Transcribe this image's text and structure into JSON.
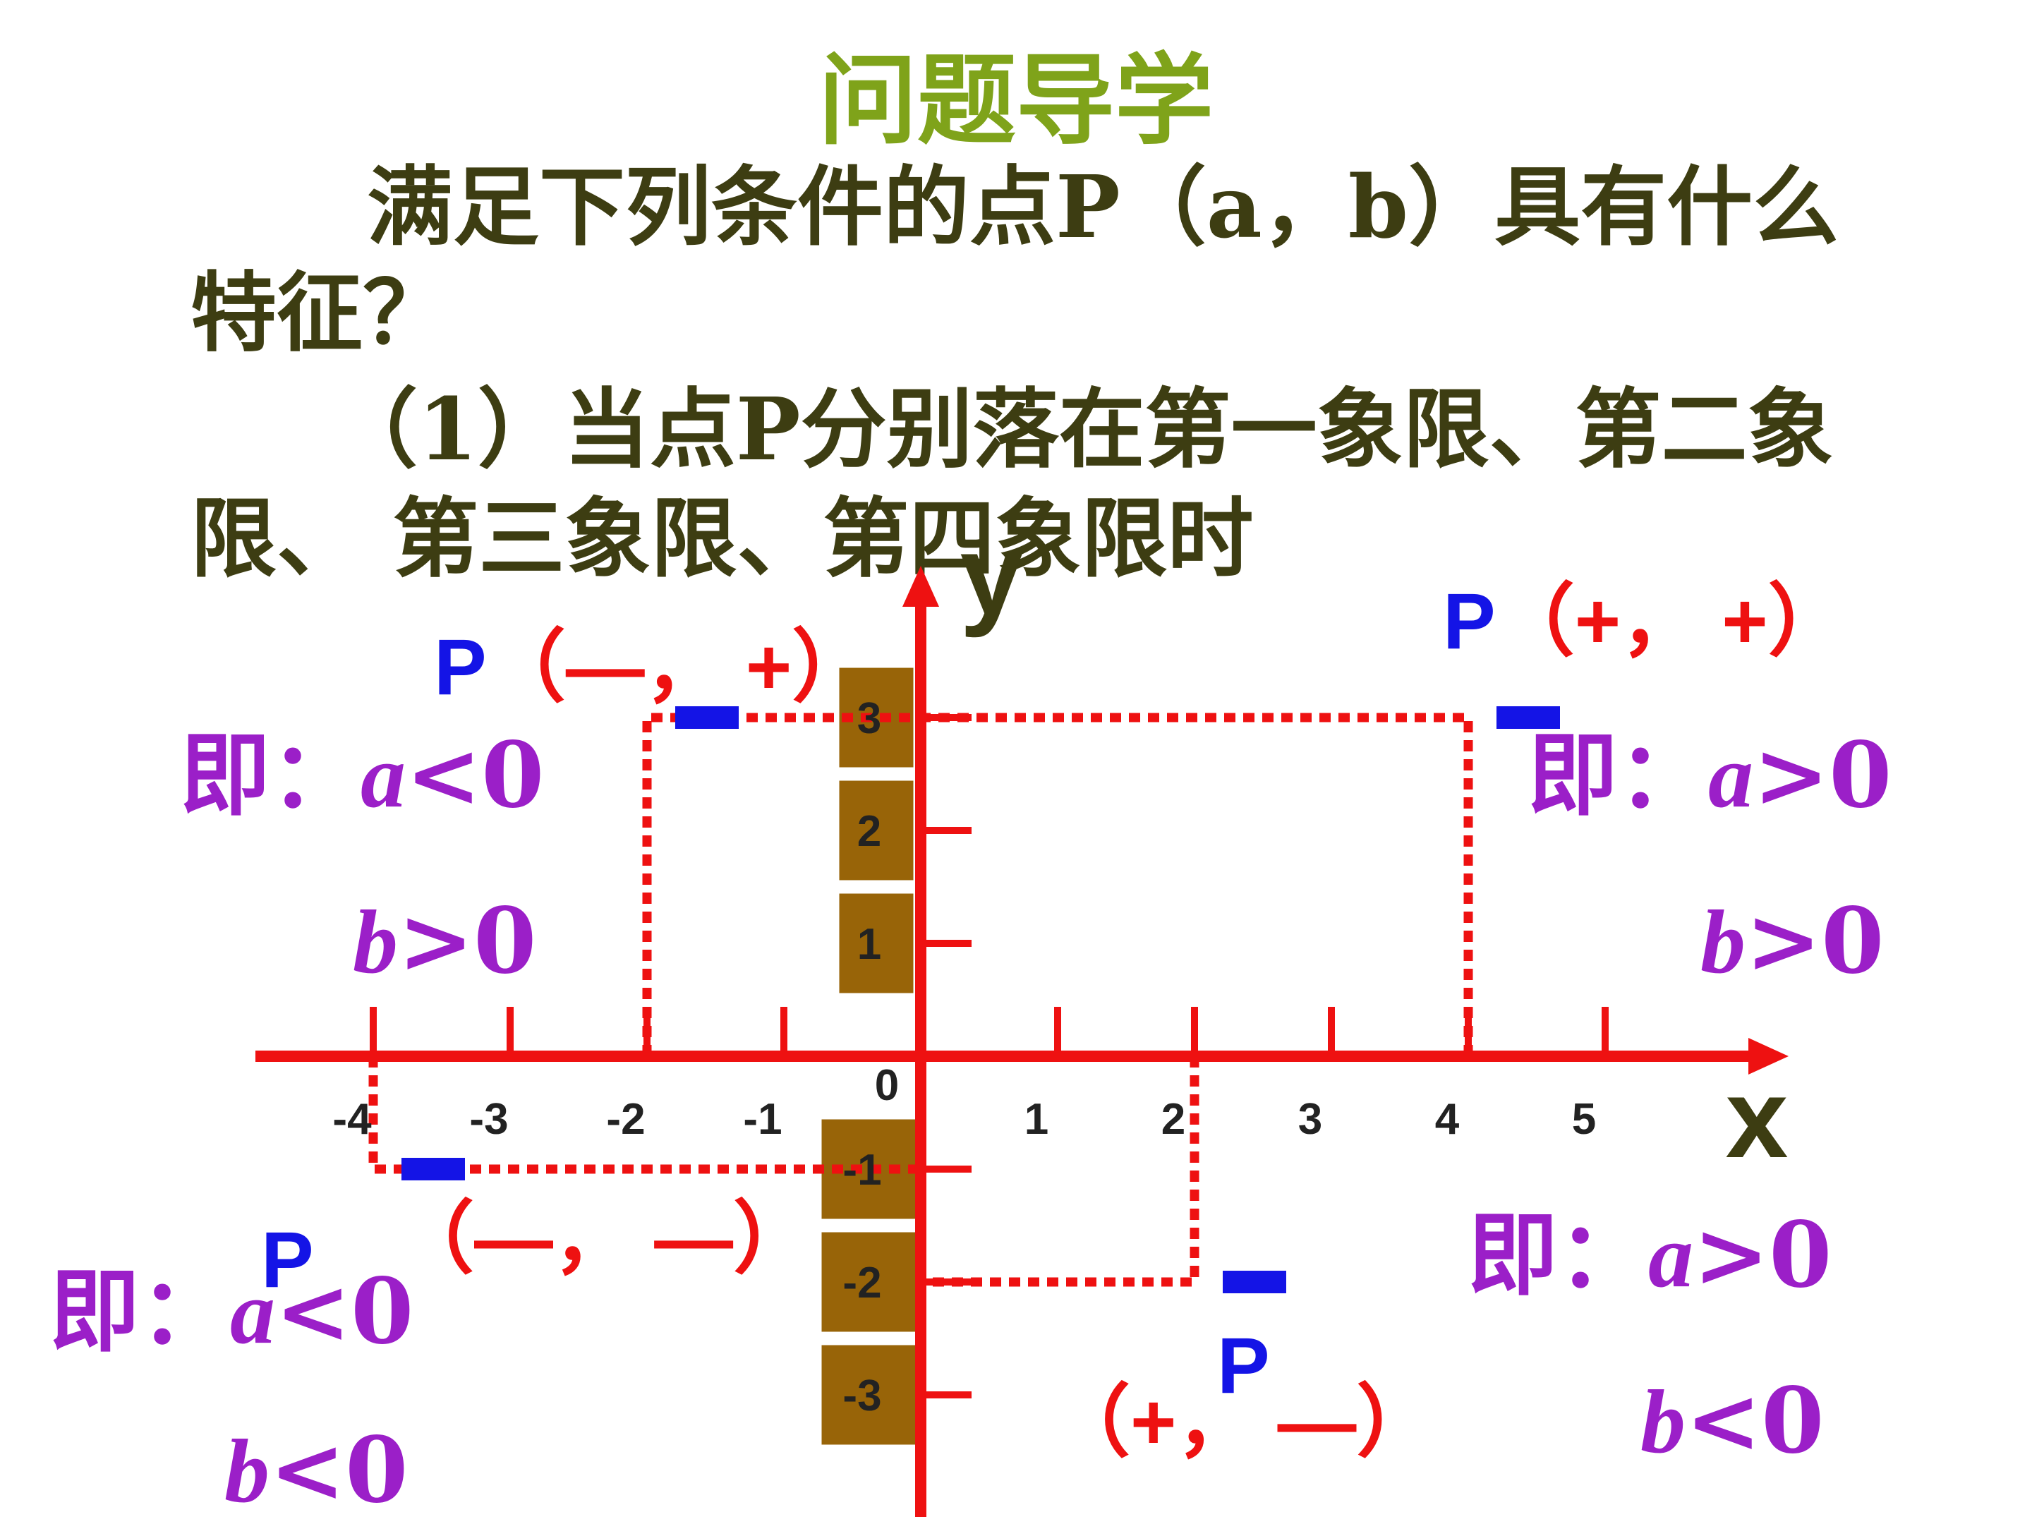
{
  "title": "问题导学",
  "question_line1": "满足下列条件的点P（a，b）具有什么",
  "question_line2": "特征？",
  "part_line1": "（1）当点P分别落在第一象限、第二象",
  "part_line2": "限、 第三象限、第四象限时",
  "axis": {
    "x_label": "x",
    "y_label": "y",
    "origin_label": "0",
    "x_ticks": [
      "-4",
      "-3",
      "-2",
      "-1",
      "1",
      "2",
      "3",
      "4",
      "5"
    ],
    "y_ticks": [
      "3",
      "2",
      "1",
      "-1",
      "-2",
      "-3"
    ]
  },
  "quadrant1": {
    "p": "P",
    "signs": "（+，  +）",
    "cond_prefix": "即：",
    "a_var": "a",
    "a_rel": ">0",
    "b_var": "b",
    "b_rel": ">0",
    "point": {
      "x": 4,
      "y": 3
    }
  },
  "quadrant2": {
    "p": "P",
    "signs": "（—，  +）",
    "cond_prefix": "即：",
    "a_var": "a",
    "a_rel": "<0",
    "b_var": "b",
    "b_rel": ">0",
    "point": {
      "x": -2,
      "y": 3
    }
  },
  "quadrant3": {
    "p": "P",
    "signs": "（—，  —）",
    "cond_prefix": "即：",
    "a_var": "a",
    "a_rel": "<0",
    "b_var": "b",
    "b_rel": "<0",
    "point": {
      "x": -4,
      "y": -1
    }
  },
  "quadrant4": {
    "p": "P",
    "signs": "（+，  —）",
    "cond_prefix": "即：",
    "a_var": "a",
    "a_rel": ">0",
    "b_var": "b",
    "b_rel": "<0",
    "point": {
      "x": 2,
      "y": -2
    }
  },
  "colors": {
    "axis": "#ee1111",
    "dashed": "#ee1111",
    "point_marker": "#1414e6",
    "tick_box": "#986408",
    "title": "#7fa31a",
    "body_text": "#3d3d12",
    "condition": "#9b1fc8"
  }
}
